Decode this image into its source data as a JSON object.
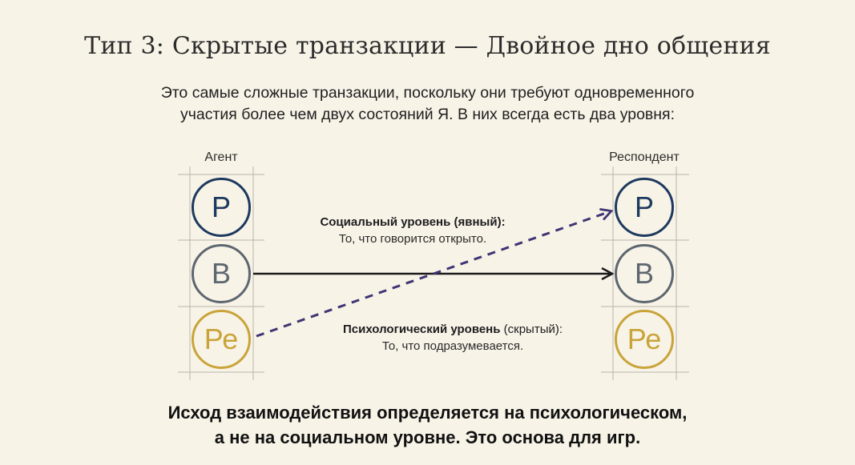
{
  "title": "Тип 3: Скрытые транзакции — Двойное дно общения",
  "intro": {
    "line1": "Это самые сложные транзакции, поскольку они требуют одновременного",
    "line2": "участия более чем двух состояний Я. В них всегда есть два уровня:"
  },
  "agent": {
    "label": "Агент",
    "states": [
      "Р",
      "В",
      "Ре"
    ]
  },
  "respondent": {
    "label": "Респондент",
    "states": [
      "Р",
      "В",
      "Ре"
    ]
  },
  "social_level": {
    "title": "Социальный уровень (явный):",
    "description": "То, что говорится открыто."
  },
  "psych_level": {
    "title": "Психологический уровень",
    "qualifier": "(скрытый):",
    "description": "То, что подразумевается."
  },
  "conclusion": {
    "line1": "Исход взаимодействия определяется на психологическом,",
    "line2": "а не на социальном уровне. Это основа для игр."
  },
  "colors": {
    "background": "#f8f3e7",
    "parent": "#1d3a5f",
    "adult": "#5d6770",
    "child": "#c9a43a",
    "hidden_arrow": "#3f3575",
    "social_arrow": "#1a1a1a"
  }
}
